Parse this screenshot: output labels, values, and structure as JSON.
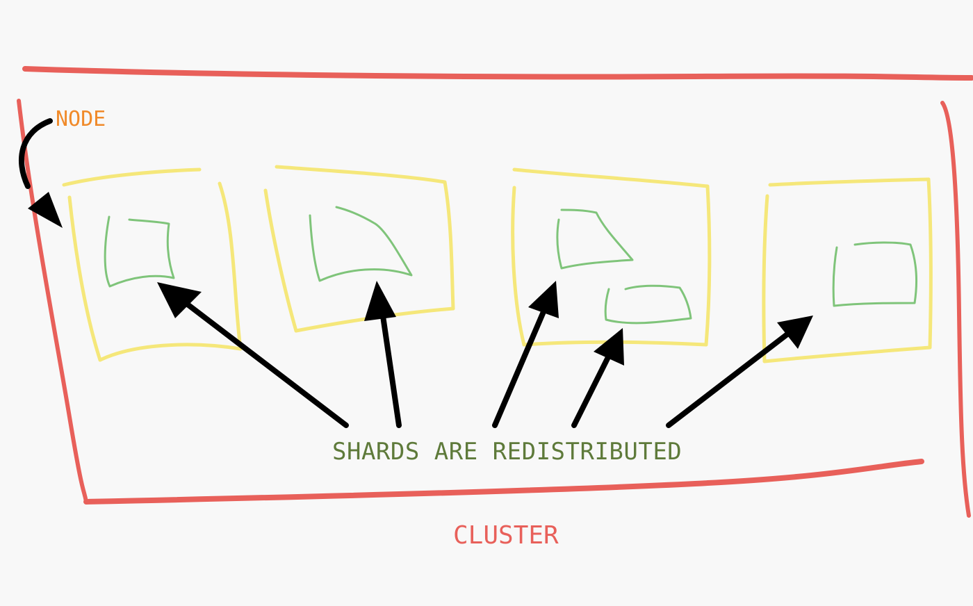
{
  "diagram": {
    "labels": {
      "node": "NODE",
      "shards": "SHARDS ARE REDISTRIBUTED",
      "cluster": "CLUSTER"
    },
    "colors": {
      "background": "#f8f8f8",
      "cluster": "#e8605a",
      "node": "#f5e77a",
      "shard": "#7fc47a",
      "arrow": "#000000",
      "node_label": "#f08a2a",
      "shards_label": "#5e7a3a",
      "cluster_label": "#e8605a"
    },
    "nodes": [
      {
        "shards": 1
      },
      {
        "shards": 1
      },
      {
        "shards": 2
      },
      {
        "shards": 1
      }
    ]
  }
}
